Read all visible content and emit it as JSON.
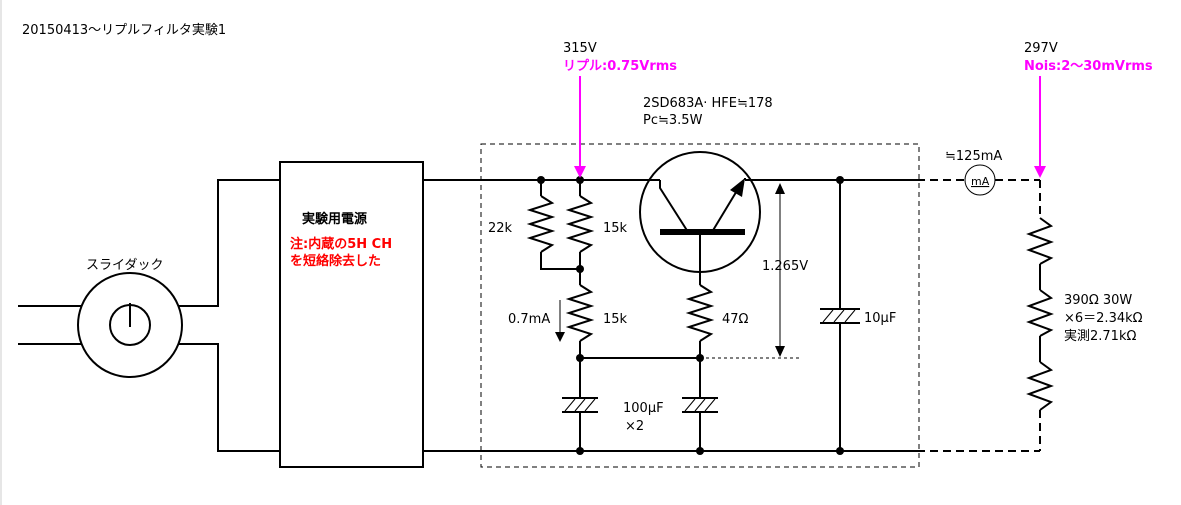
{
  "title": "20150413～リプルフィルタ実験1",
  "slidac": {
    "label": "スライダック"
  },
  "power_supply": {
    "label": "実験用電源",
    "note_line1": "注:内蔵の5H CH",
    "note_line2": "を短絡除去した"
  },
  "input_probe": {
    "voltage": "315V",
    "ripple": "リプル:0.75Vrms"
  },
  "output_probe": {
    "voltage": "297V",
    "noise": "Nois:2～30mVrms"
  },
  "transistor": {
    "line1": "2SD683A· HFE≒178",
    "line2": "Pc≒3.5W"
  },
  "resistors": {
    "r_22k": "22k",
    "r_15k_top": "15k",
    "r_15k_bottom": "15k",
    "r_47": "47Ω",
    "load_line1": "390Ω 30W",
    "load_line2": "×6＝2.34kΩ",
    "load_line3": "実測2.71kΩ"
  },
  "capacitors": {
    "c_10u": "10μF",
    "c_100u_line1": "100μF",
    "c_100u_line2": "×2"
  },
  "measurements": {
    "bias_current": "0.7mA",
    "vbe_drop": "1.265V",
    "load_current": "≒125mA",
    "ammeter": "mA"
  },
  "colors": {
    "ripple_accent": "#ff00ff",
    "note_red": "#ff0000",
    "wire": "#000000"
  }
}
